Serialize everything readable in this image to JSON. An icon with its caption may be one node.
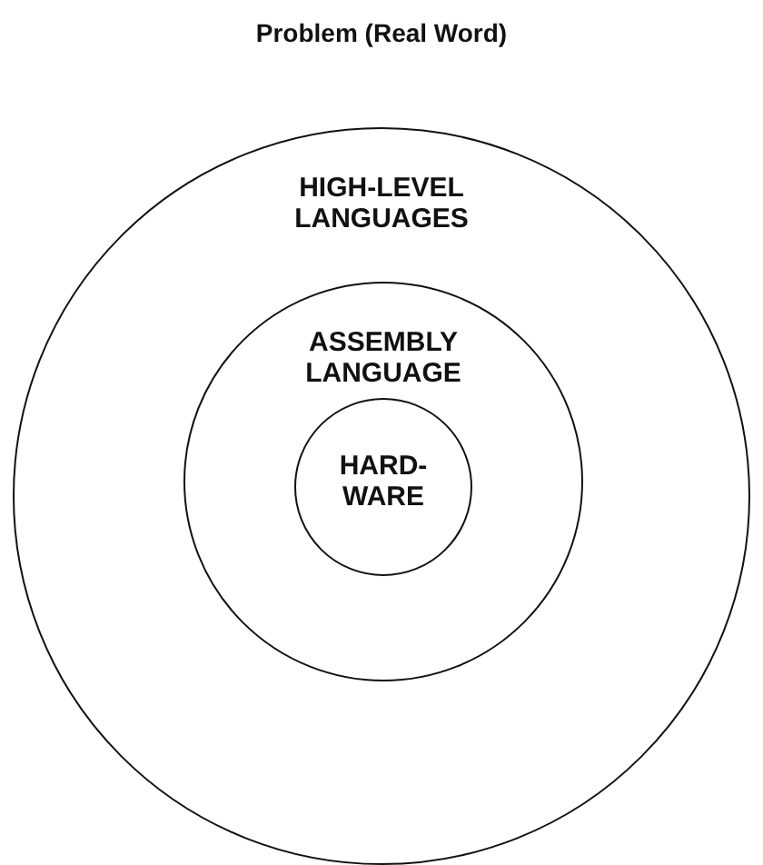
{
  "diagram": {
    "title": "Problem (Real Word)",
    "nodes": [
      {
        "text": [
          "HIGH-LEVEL LANGUAGES"
        ]
      },
      {
        "text": [
          "ASSEMBLY LANGUAGE"
        ],
        "in": 0
      },
      {
        "text": [
          "HARD- WARE"
        ],
        "in": 1
      }
    ]
  }
}
